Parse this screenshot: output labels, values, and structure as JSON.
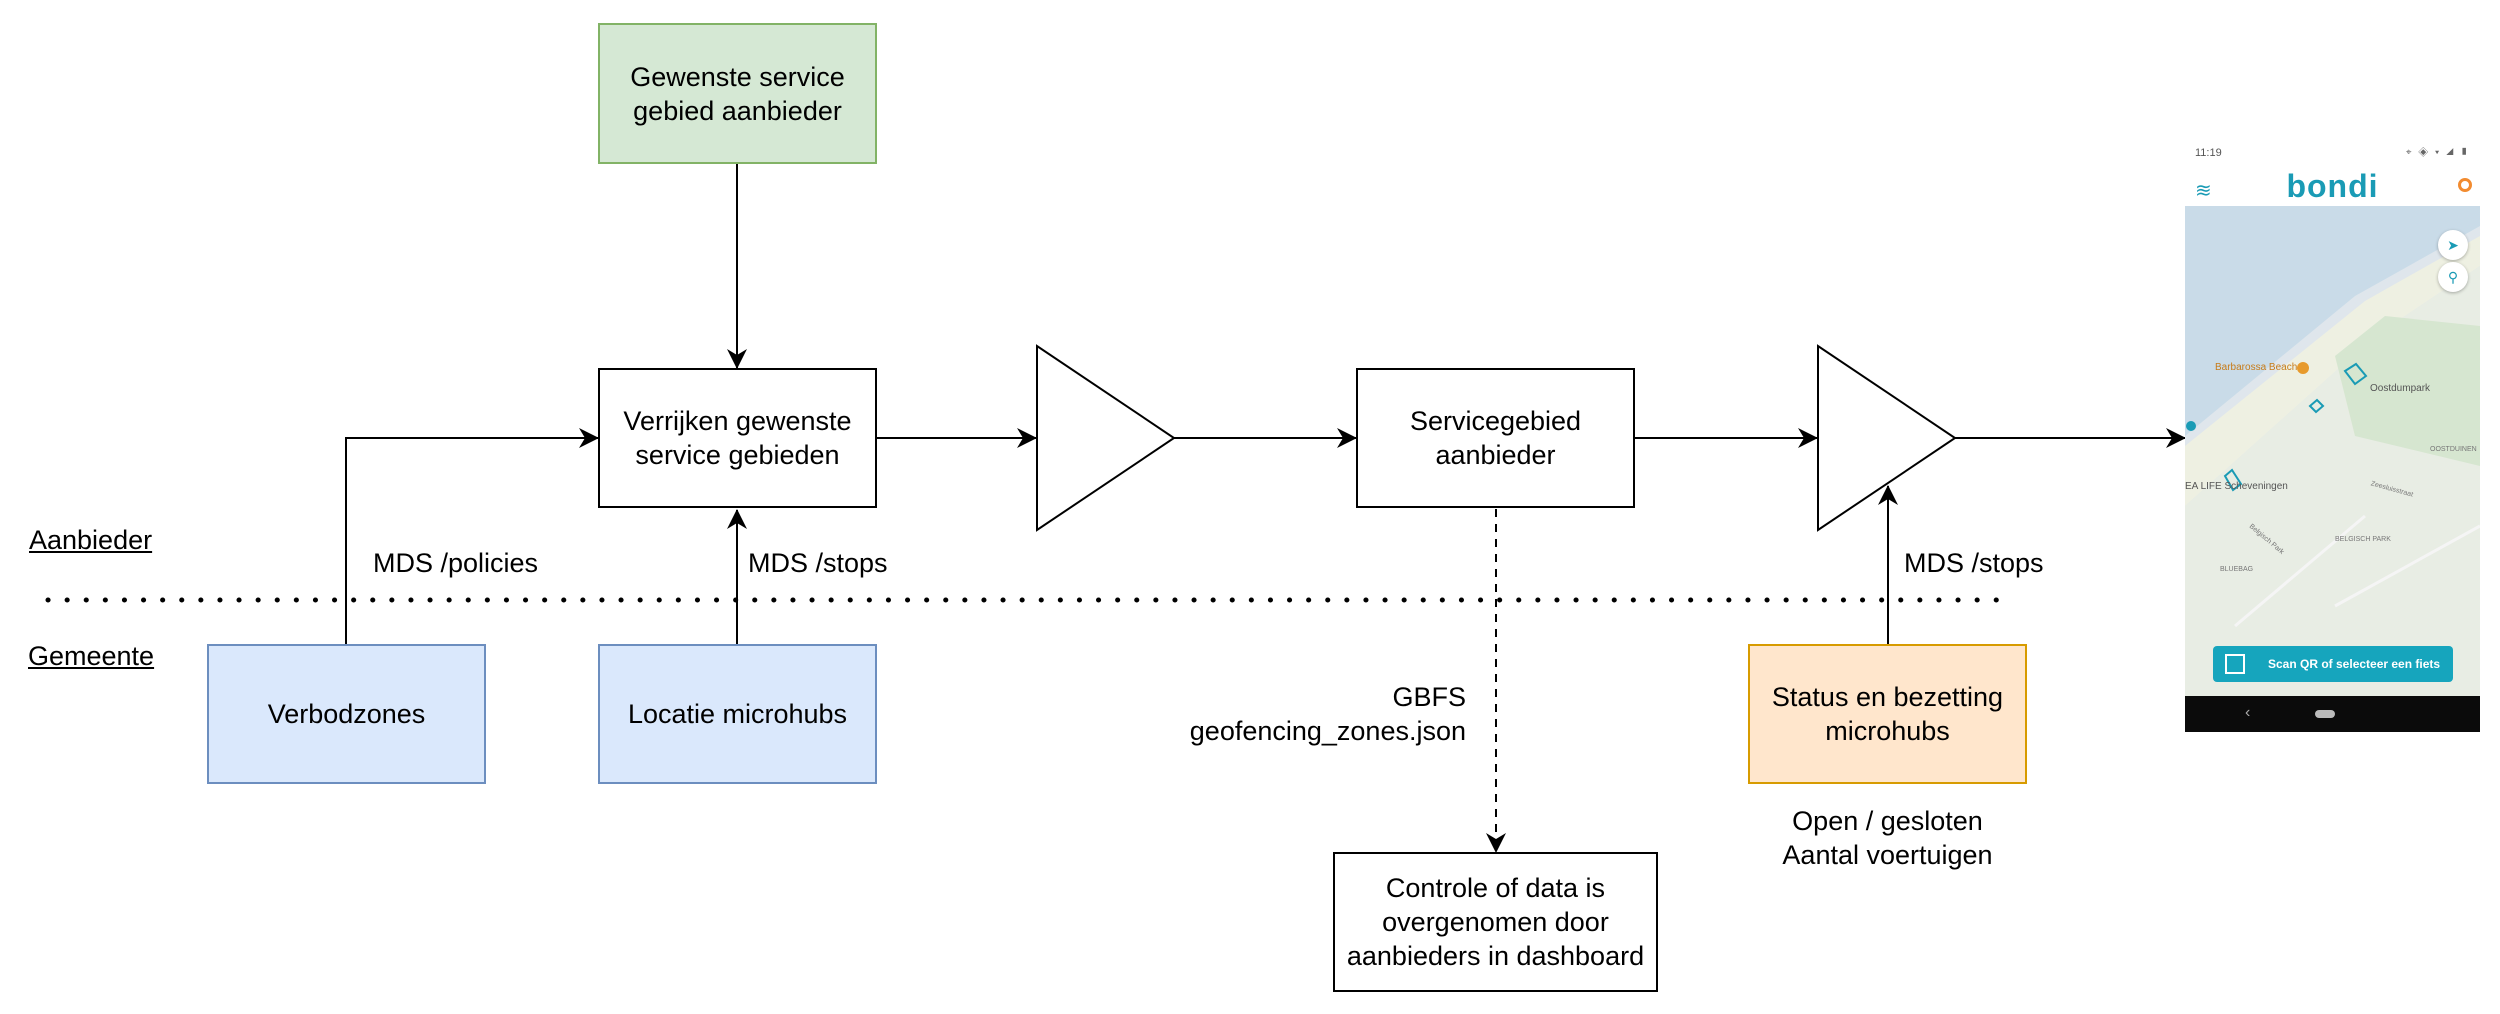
{
  "lanes": {
    "top": "Aanbieder",
    "bottom": "Gemeente"
  },
  "nodes": {
    "desired_area": "Gewenste service\ngebied aanbieder",
    "enrich": "Verrijken gewenste\nservice gebieden",
    "service_area": "Servicegebied\naanbieder",
    "no_go_zones": "Verbodzones",
    "hub_location": "Locatie microhubs",
    "hub_status": "Status en bezetting\nmicrohubs",
    "control": "Controle of data is\novergenomen door\naanbieders in dashboard"
  },
  "edge_labels": {
    "policies": "MDS /policies",
    "stops_left": "MDS /stops",
    "stops_right": "MDS /stops",
    "gbfs": "GBFS\ngeofencing_zones.json",
    "status_detail": "Open / gesloten\nAantal voertuigen"
  },
  "phone": {
    "time": "11:19",
    "brand": "bondi",
    "poi": "Barbarossa Beach",
    "park": "Oostdumpark",
    "sealife": "EA LIFE Scheveningen",
    "street1": "Zeesluisstraat",
    "street2": "OOSTDUINEN",
    "street3": "BELGISCH PARK",
    "street4": "Belgisch Park",
    "street5": "BLUEBAG",
    "scan_button": "Scan QR of selecteer een fiets"
  }
}
